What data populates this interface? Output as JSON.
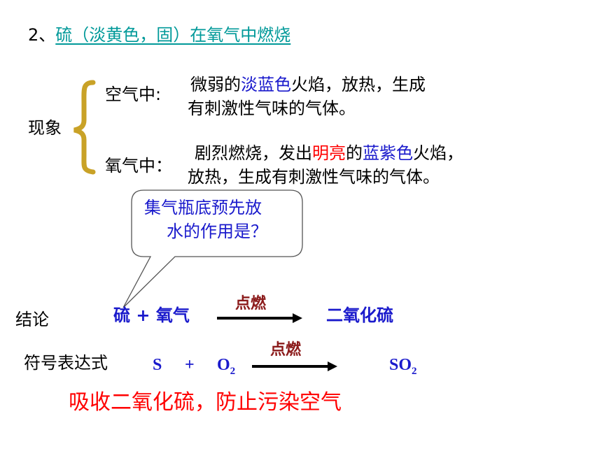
{
  "title": {
    "number": "2、",
    "text": "硫（淡黄色，固）在氧气中燃烧"
  },
  "phenomenon": {
    "label": "现象",
    "air": {
      "label": "空气中:",
      "line1_a": "微弱的",
      "line1_b": "淡蓝色",
      "line1_c": "火焰，放热，生成",
      "line2": "有刺激性气味的气体。"
    },
    "oxygen": {
      "label": "氧气中：",
      "line1_a": "剧烈燃烧，发出",
      "line1_b": "明亮",
      "line1_c": "的",
      "line1_d": "蓝紫色",
      "line1_e": "火焰，",
      "line2": "放热，生成有刺激性气味的气体。"
    }
  },
  "callout": {
    "line1": "集气瓶底预先放",
    "line2": "水的作用是？"
  },
  "conclusion": {
    "label": "结论",
    "reactants": "硫 + 氧气",
    "condition": "点燃",
    "product": "二氧化硫"
  },
  "symbol_equation": {
    "label": "符号表达式",
    "s": "S",
    "plus": "+",
    "o": "O",
    "o_sub": "2",
    "condition": "点燃",
    "product": "SO",
    "product_sub": "2"
  },
  "answer": "吸收二氧化硫，防止污染空气",
  "colors": {
    "title_teal": "#009999",
    "blue": "#1a1acc",
    "red": "#ff0000",
    "brace_gold": "#c9a227",
    "condition_darkred": "#8b1a1a"
  }
}
